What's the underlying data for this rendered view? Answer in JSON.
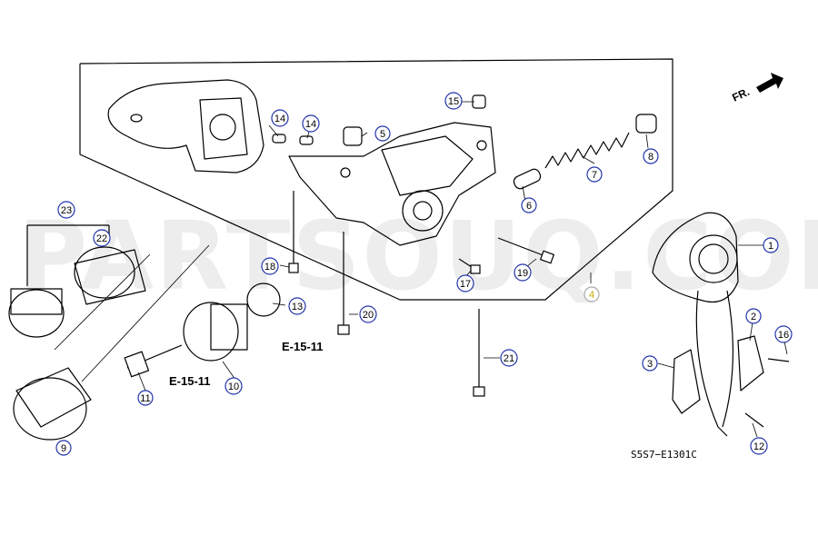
{
  "diagram": {
    "code": "S5S7−E1301C",
    "direction_label": "FR.",
    "watermark": "PARTSOUQ.COM",
    "references": [
      "E-15-11",
      "E-15-11"
    ],
    "callouts": [
      {
        "id": "1",
        "label": "1"
      },
      {
        "id": "2",
        "label": "2"
      },
      {
        "id": "3",
        "label": "3"
      },
      {
        "id": "4",
        "label": "4",
        "highlight": "#d4b400"
      },
      {
        "id": "5",
        "label": "5"
      },
      {
        "id": "6",
        "label": "6"
      },
      {
        "id": "7",
        "label": "7"
      },
      {
        "id": "8",
        "label": "8"
      },
      {
        "id": "9",
        "label": "9"
      },
      {
        "id": "10",
        "label": "10"
      },
      {
        "id": "11",
        "label": "11"
      },
      {
        "id": "12",
        "label": "12"
      },
      {
        "id": "13",
        "label": "13"
      },
      {
        "id": "14a",
        "label": "14"
      },
      {
        "id": "14b",
        "label": "14"
      },
      {
        "id": "15",
        "label": "15"
      },
      {
        "id": "16",
        "label": "16"
      },
      {
        "id": "17",
        "label": "17"
      },
      {
        "id": "18",
        "label": "18"
      },
      {
        "id": "19",
        "label": "19"
      },
      {
        "id": "20",
        "label": "20"
      },
      {
        "id": "21",
        "label": "21"
      },
      {
        "id": "22",
        "label": "22"
      },
      {
        "id": "23",
        "label": "23"
      }
    ],
    "colors": {
      "callout_ring": "#2233aa",
      "line": "#000000",
      "background": "#ffffff"
    }
  }
}
